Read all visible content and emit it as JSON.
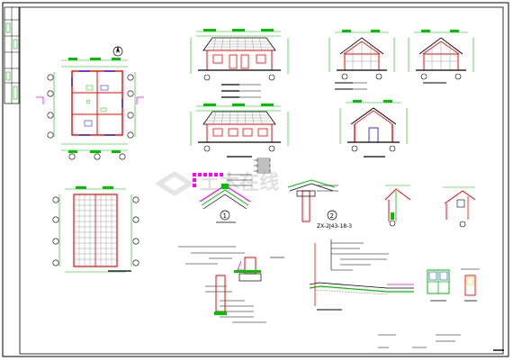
{
  "palette": {
    "background": "#ffffff",
    "frame": "#000000",
    "dim_green": "#00c000",
    "wall_red": "#ff0000",
    "window_blue": "#0000ff",
    "accent_magenta": "#ff00ff",
    "hatch_grey": "#808080",
    "watermark": "#c8c8c8"
  },
  "detail_callouts": {
    "circled_1": "1",
    "circled_2": "2",
    "section_ref": "ZX-2J43-18-3"
  },
  "watermark": "土木在线",
  "drawings": [
    {
      "id": "ground-floor-plan",
      "kind": "plan"
    },
    {
      "id": "roof-plan",
      "kind": "plan"
    },
    {
      "id": "front-elevation",
      "kind": "elevation"
    },
    {
      "id": "rear-elevation",
      "kind": "elevation"
    },
    {
      "id": "gable-elevation-left",
      "kind": "elevation"
    },
    {
      "id": "gable-elevation-right",
      "kind": "elevation"
    },
    {
      "id": "cross-section",
      "kind": "section"
    },
    {
      "id": "ridge-detail",
      "kind": "detail"
    },
    {
      "id": "eave-detail",
      "kind": "detail"
    },
    {
      "id": "roof-node-detail-a",
      "kind": "detail"
    },
    {
      "id": "roof-node-detail-b",
      "kind": "detail"
    },
    {
      "id": "wall-foundation-detail",
      "kind": "detail"
    },
    {
      "id": "ramp-section",
      "kind": "detail"
    },
    {
      "id": "window-elevation",
      "kind": "detail"
    },
    {
      "id": "door-elevation",
      "kind": "detail"
    }
  ]
}
